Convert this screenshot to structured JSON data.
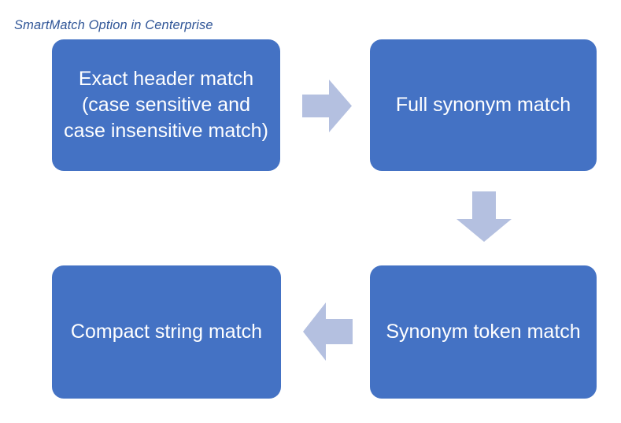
{
  "title": "SmartMatch Option in Centerprise",
  "colors": {
    "node_fill": "#4472C4",
    "node_text": "#FFFFFF",
    "arrow_fill": "#B4C0E0",
    "title_text": "#2F5597",
    "background": "#FFFFFF"
  },
  "nodes": [
    {
      "id": "exact-header-match",
      "label": "Exact header match (case sensitive and case insensitive match)",
      "order": 1
    },
    {
      "id": "full-synonym-match",
      "label": "Full synonym match",
      "order": 2
    },
    {
      "id": "synonym-token-match",
      "label": "Synonym token match",
      "order": 3
    },
    {
      "id": "compact-string-match",
      "label": "Compact string match",
      "order": 4
    }
  ],
  "arrows": [
    {
      "id": "exact-to-full",
      "direction": "right",
      "from": "exact-header-match",
      "to": "full-synonym-match"
    },
    {
      "id": "full-to-token",
      "direction": "down",
      "from": "full-synonym-match",
      "to": "synonym-token-match"
    },
    {
      "id": "token-to-compact",
      "direction": "left",
      "from": "synonym-token-match",
      "to": "compact-string-match"
    }
  ]
}
